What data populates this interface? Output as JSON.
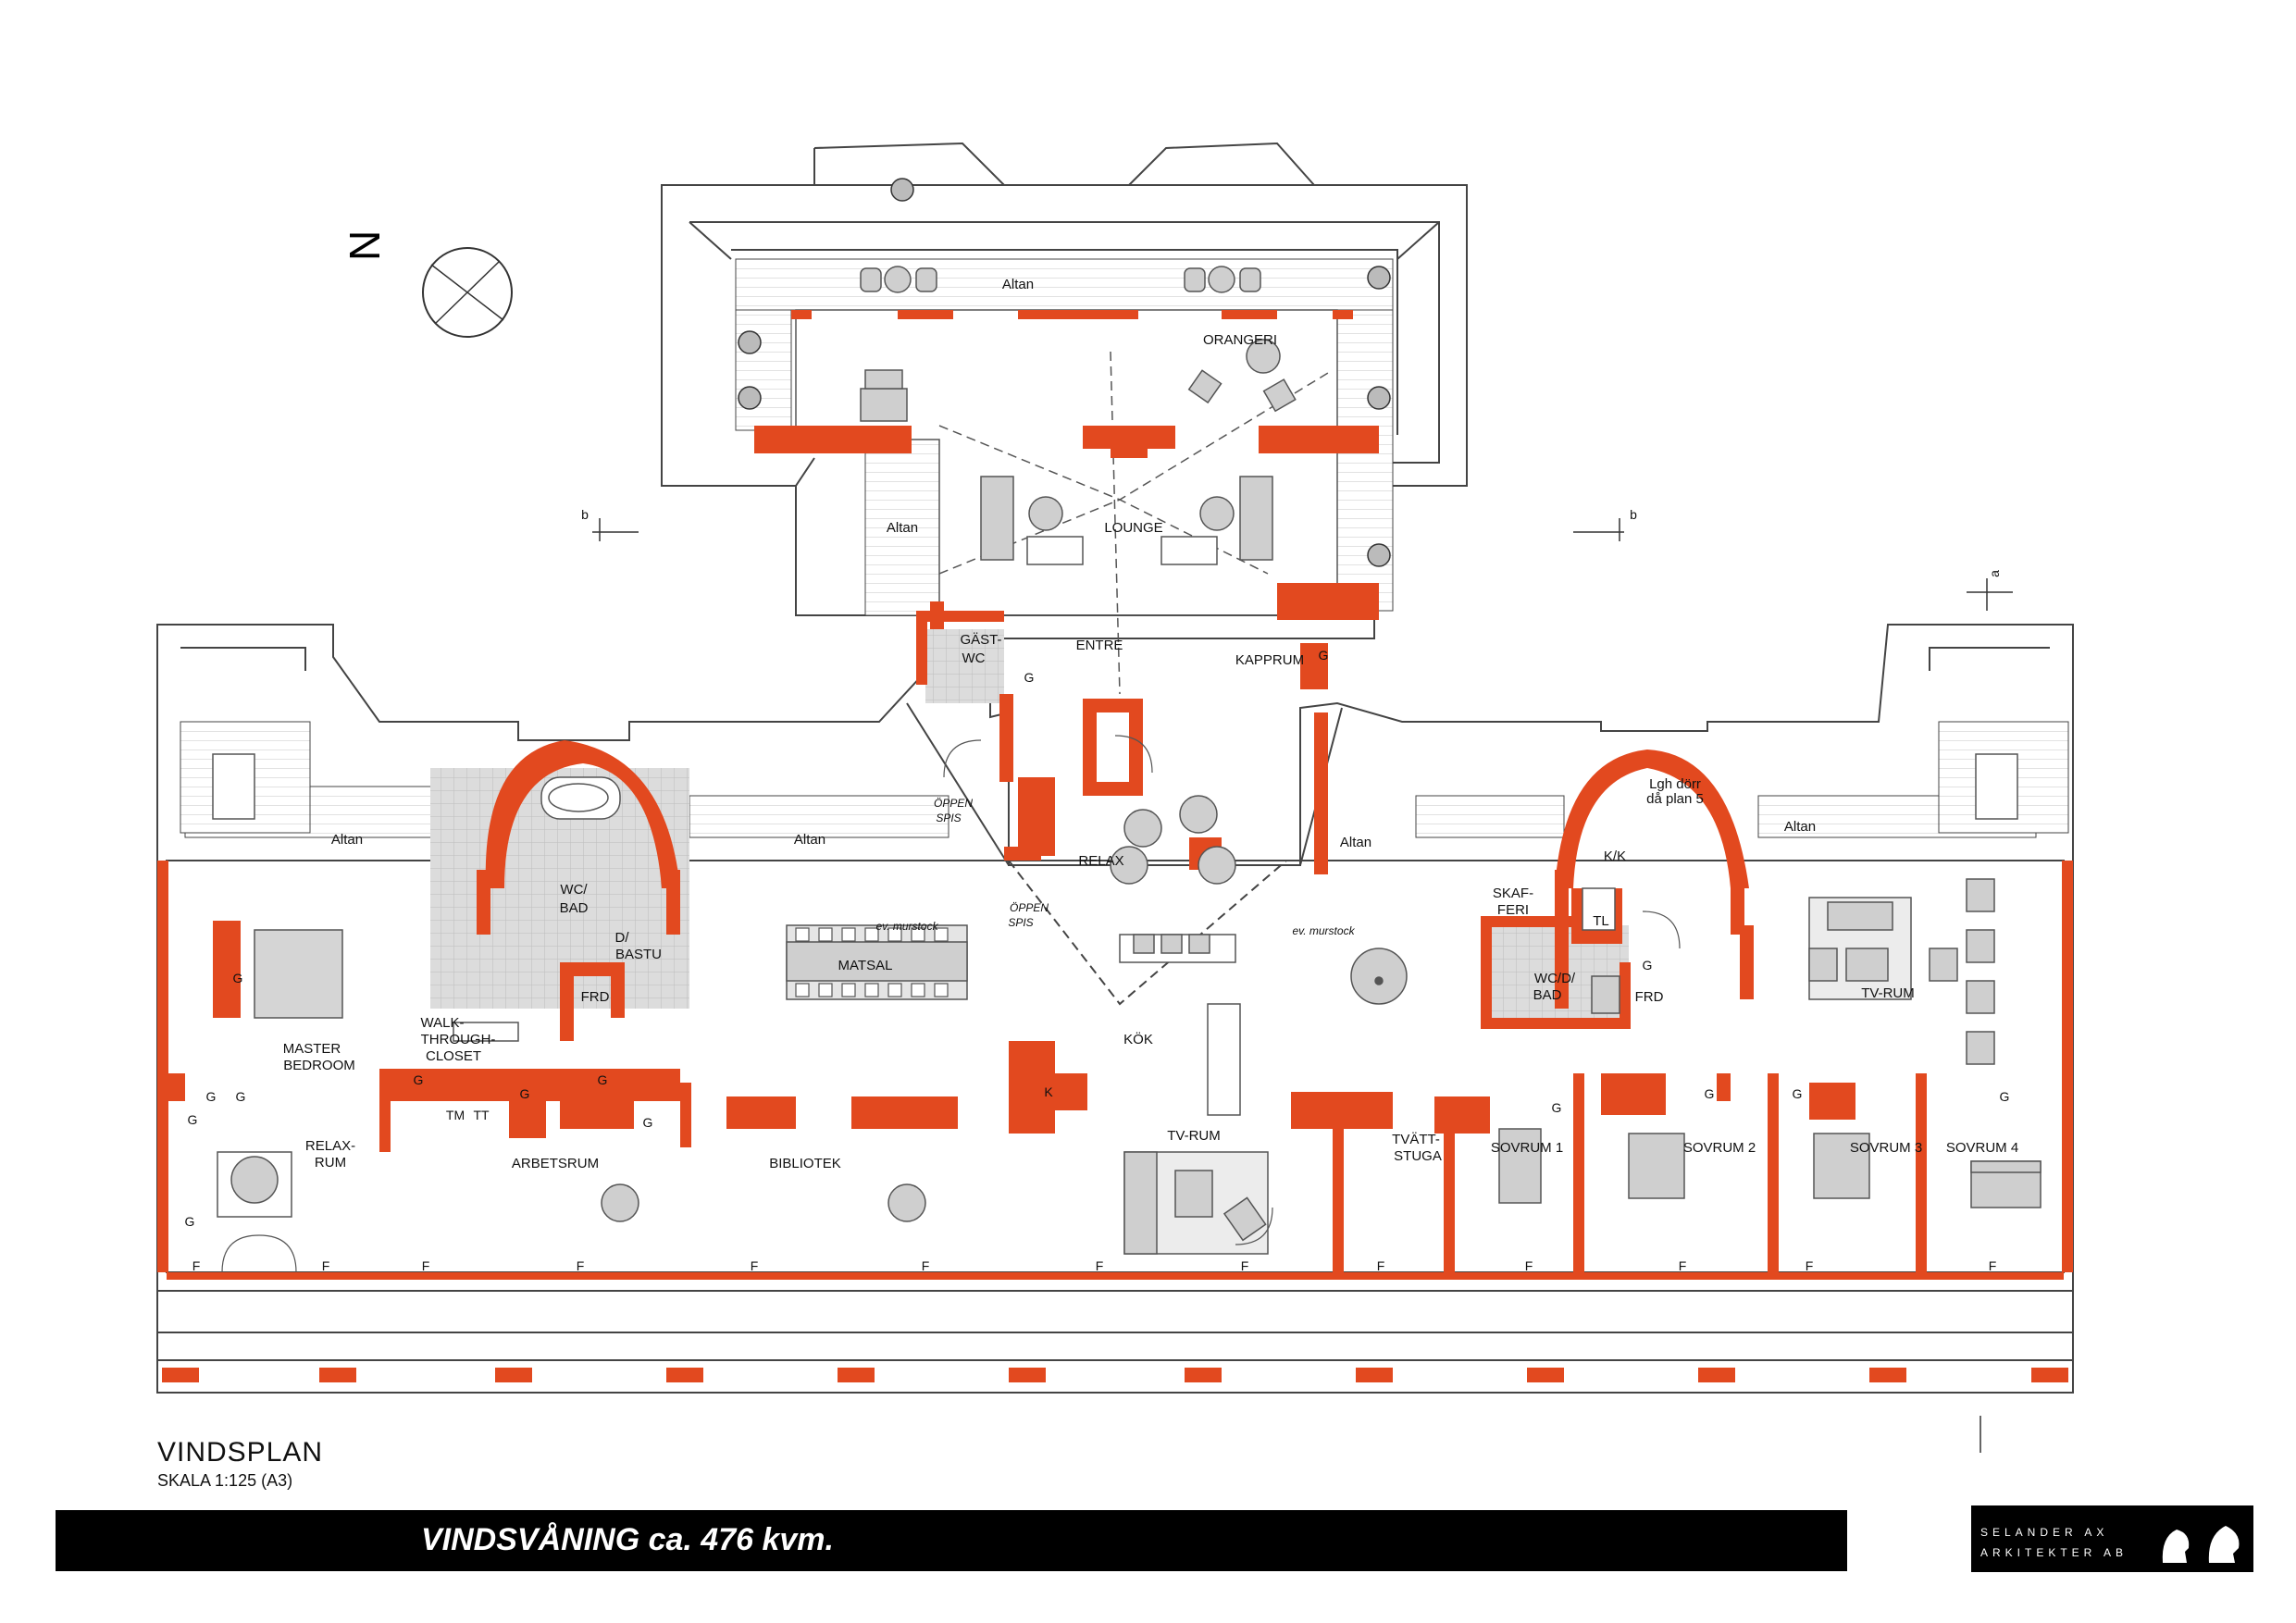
{
  "drawing": {
    "title": "VINDSPLAN",
    "scale": "SKALA 1:125 (A3)",
    "banner": "VINDSVÅNING  ca. 476 kvm.",
    "north": "N"
  },
  "office": {
    "line1": "SELANDER AX",
    "line2": "ARKITEKTER AB"
  },
  "section_marks": {
    "b": "b",
    "a": "a"
  },
  "colors": {
    "wall": "#e2491f",
    "line": "#333333",
    "fill": "#d7d7d7",
    "banner": "#000000"
  },
  "rooms": {
    "altan_top": "Altan",
    "orangeri": "ORANGERI",
    "altan_mid": "Altan",
    "lounge": "LOUNGE",
    "gast_wc_1": "GÄST-",
    "gast_wc_2": "WC",
    "entre": "ENTRE",
    "kapprum": "KAPPRUM",
    "relax": "RELAX",
    "altan_1": "Altan",
    "altan_2": "Altan",
    "altan_3": "Altan",
    "altan_4": "Altan",
    "oppen_spis_1": "ÖPPEN",
    "oppen_spis_2": "SPIS",
    "oppen_spis_3": "ÖPPEN",
    "oppen_spis_4": "SPIS",
    "wc_bad_1": "WC/",
    "wc_bad_2": "BAD",
    "d_bastu_1": "D/",
    "d_bastu_2": "BASTU",
    "frd_1": "FRD",
    "matsal": "MATSAL",
    "murstock_1": "ev. murstock",
    "murstock_2": "ev. murstock",
    "kok": "KÖK",
    "lgh_dorr_1": "Lgh dörr",
    "lgh_dorr_2": "då plan 5",
    "kk": "K/K",
    "skafferi_1": "SKAF-",
    "skafferi_2": "FERI",
    "tl": "TL",
    "wc_d_bad_1": "WC/D/",
    "wc_d_bad_2": "BAD",
    "frd_2": "FRD",
    "tv_rum_right": "TV-RUM",
    "master_1": "MASTER",
    "master_2": "BEDROOM",
    "walk_1": "WALK-",
    "walk_2": "THROUGH-",
    "walk_3": "CLOSET",
    "relax_rum_1": "RELAX-",
    "relax_rum_2": "RUM",
    "arbetsrum": "ARBETSRUM",
    "bibliotek": "BIBLIOTEK",
    "tv_rum_mid": "TV-RUM",
    "tvattstuga_1": "TVÄTT-",
    "tvattstuga_2": "STUGA",
    "sovrum_1": "SOVRUM 1",
    "sovrum_2": "SOVRUM 2",
    "sovrum_3": "SOVRUM 3",
    "sovrum_4": "SOVRUM 4"
  },
  "marks": {
    "g": "G",
    "f": "F",
    "tm": "TM",
    "tt": "TT",
    "k": "K"
  }
}
